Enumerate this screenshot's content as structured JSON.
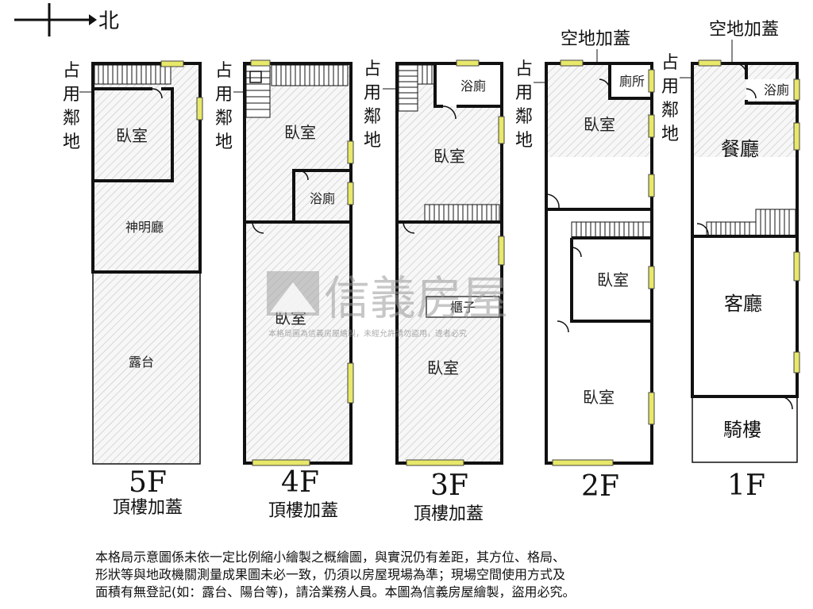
{
  "compass": {
    "label": "北"
  },
  "watermark": {
    "brand": "信義房屋",
    "notice": "本格局圖為信義房屋繪製，未經允許請勿盜用，違者必究"
  },
  "side_label": {
    "chars": [
      "占",
      "用",
      "鄰",
      "地"
    ]
  },
  "empty_land": {
    "label": "空地加蓋"
  },
  "floors": [
    {
      "id": "5F",
      "number": "5F",
      "note": "頂樓加蓋",
      "rooms": {
        "bedroom": "臥室",
        "altar_hall": "神明廳",
        "terrace": "露台"
      }
    },
    {
      "id": "4F",
      "number": "4F",
      "note": "頂樓加蓋",
      "rooms": {
        "bedroom_top": "臥室",
        "bathroom": "浴廁",
        "bedroom_bottom": "臥室"
      }
    },
    {
      "id": "3F",
      "number": "3F",
      "note": "頂樓加蓋",
      "rooms": {
        "bathroom": "浴廁",
        "bedroom_top": "臥室",
        "cabinet": "櫃子",
        "bedroom_bottom": "臥室"
      }
    },
    {
      "id": "2F",
      "number": "2F",
      "note": "",
      "rooms": {
        "toilet": "廁所",
        "bedroom_top": "臥室",
        "bedroom_mid": "臥室",
        "bedroom_bottom": "臥室"
      }
    },
    {
      "id": "1F",
      "number": "1F",
      "note": "",
      "rooms": {
        "bathroom": "浴廁",
        "dining": "餐廳",
        "living": "客廳",
        "arcade": "騎樓"
      }
    }
  ],
  "disclaimer": {
    "line1": "本格局示意圖係未依一定比例縮小繪製之概繪圖，與實況仍有差距，其方位、格局、",
    "line2": "形狀等與地政機關測量成果圖未必一致，仍須以房屋現場為準；現場空間使用方式及",
    "line3": "面積有無登記(如：露台、陽台等)，請洽業務人員。本圖為信義房屋繪製，盜用必究。"
  }
}
